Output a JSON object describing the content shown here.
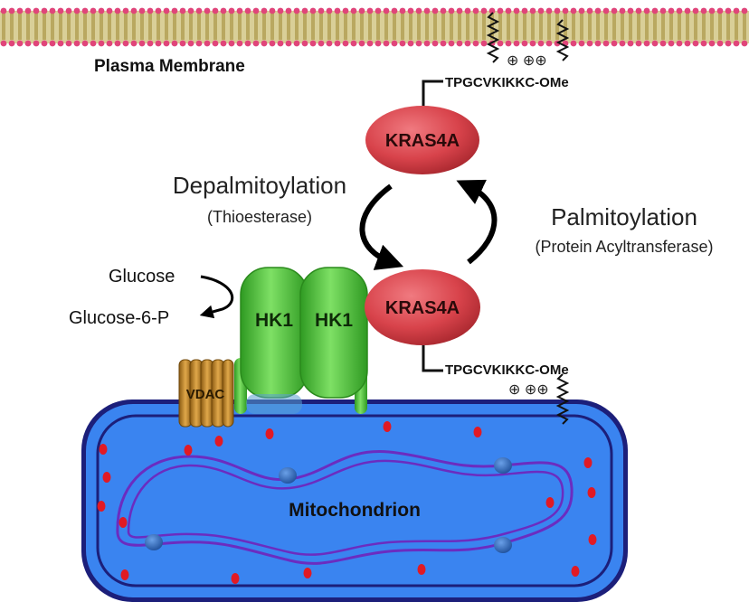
{
  "membrane_label": "Plasma Membrane",
  "kras_top_label": "KRAS4A",
  "kras_bottom_label": "KRAS4A",
  "depalm": {
    "title": "Depalmitoylation",
    "enzyme": "(Thioesterase)"
  },
  "palm": {
    "title": "Palmitoylation",
    "enzyme": "(Protein Acyltransferase)"
  },
  "seq_top": "TPGCVKIKKC-OMe",
  "seq_bottom": "TPGCVKIKKC-OMe",
  "charges": "⊕ ⊕⊕",
  "glucose": "Glucose",
  "glucose6p": "Glucose-6-P",
  "hk1_left": "HK1",
  "hk1_right": "HK1",
  "vdac": "VDAC",
  "mito_label": "Mitochondrion",
  "colors": {
    "membrane_head": "#e0457a",
    "membrane_tail": "#c8b978",
    "kras": "#d8434b",
    "hk1": "#4cc33a",
    "vdac": "#c98a2a",
    "mito_fill": "#3a84f0",
    "mito_edge": "#1c1f7a",
    "cristae": "#6b2cc0"
  }
}
